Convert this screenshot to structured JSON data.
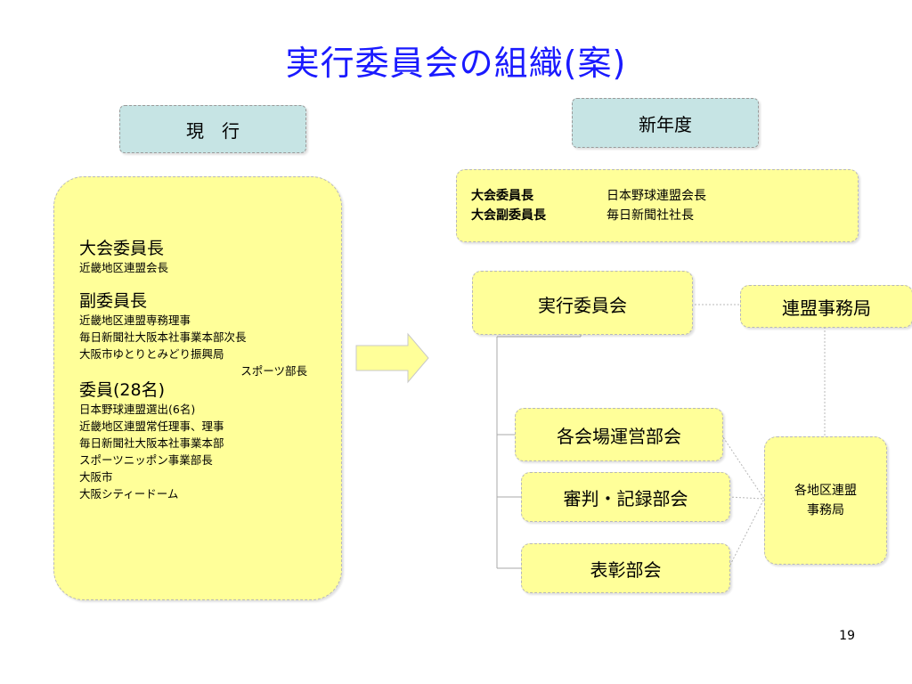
{
  "title": "実行委員会の組織(案)",
  "current_header": "現　行",
  "new_header": "新年度",
  "current_org": {
    "chair_title": "大会委員長",
    "chair_lines": [
      "近畿地区連盟会長"
    ],
    "vice_title": "副委員長",
    "vice_lines": [
      "近畿地区連盟専務理事",
      "毎日新聞社大阪本社事業本部次長",
      "大阪市ゆとりとみどり振興局"
    ],
    "vice_line_right": "スポーツ部長",
    "members_title": "委員(28名)",
    "members_lines": [
      "日本野球連盟選出(6名)",
      "近畿地区連盟常任理事、理事",
      "毎日新聞社大阪本社事業本部",
      "スポーツニッポン事業部長",
      "大阪市",
      "大阪シティードーム"
    ]
  },
  "new_org": {
    "executives": [
      {
        "role": "大会委員長",
        "holder": "日本野球連盟会長"
      },
      {
        "role": "大会副委員長",
        "holder": "毎日新聞社社長"
      }
    ],
    "executive_committee": "実行委員会",
    "league_office": "連盟事務局",
    "subcommittees": [
      "各会場運営部会",
      "審判・記録部会",
      "表彰部会"
    ],
    "regional_office": "各地区連盟\n事務局"
  },
  "colors": {
    "title": "#1a1aff",
    "box_fill": "#ffff99",
    "header_fill": "#c6e4e4",
    "arrow_fill": "#ffff99"
  },
  "page_number": "19"
}
